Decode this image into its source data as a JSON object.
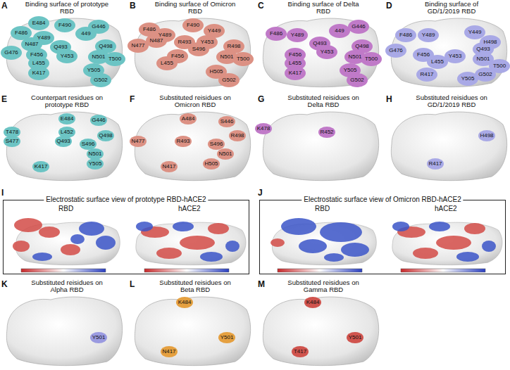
{
  "diagram": {
    "nodes": [
      {
        "text": [
          "Electrostatic surface view of prototype RBD-hACE2",
          "RBD",
          "hACE2"
        ]
      },
      {
        "text": [
          "Electrostatic surface view of Omicron RBD-hACE2",
          "RBD",
          "hACE2"
        ]
      }
    ],
    "labels": [
      "A",
      "Binding surface of prototype RBD",
      "E484",
      "F490",
      "G446",
      "F486",
      "449",
      "Y489",
      "N487",
      "G476",
      "Q493",
      "Q498",
      "F456",
      "Y453",
      "N501",
      "T500",
      "L455",
      "K417",
      "Y505",
      "G502",
      "B",
      "Binding surface of Omicron RBD",
      "F486",
      "F490",
      "Y449",
      "N477",
      "Y489",
      "N487",
      "R493",
      "Y453",
      "S496",
      "R498",
      "F456",
      "L455",
      "N501",
      "T500",
      "H505",
      "G502",
      "C",
      "Binding surface of Delta RBD",
      "F486",
      "Y489",
      "449",
      "G446",
      "Q493",
      "Y453",
      "Q498",
      "F456",
      "L455",
      "N501",
      "T500",
      "K417",
      "Y505",
      "G502",
      "D",
      "Binding surface of GD/1/2019 RBD",
      "F486",
      "Y489",
      "Y449",
      "H498",
      "G476",
      "Q493",
      "F456",
      "L455",
      "Y453",
      "N501",
      "T500",
      "G502",
      "R417",
      "Y505",
      "E",
      "Counterpart residues on prototype RBD",
      "E484",
      "T478",
      "L452",
      "G446",
      "S477",
      "Q493",
      "S496",
      "Q498",
      "K417",
      "N501",
      "Y505",
      "F",
      "Substituted reisidues on Omicron RBD",
      "A484",
      "N477",
      "R493",
      "S446",
      "R498",
      "S496",
      "N501",
      "N417",
      "H505",
      "G",
      "Substituted reisidues on Delta RBD",
      "K478",
      "R452",
      "H",
      "Substituted reisidues on GD/1/2019 RBD",
      "H498",
      "R417",
      "I",
      "J",
      "K",
      "Substituted reisidues on Alpha RBD",
      "Y501",
      "L",
      "Substituted reisidues on Beta RBD",
      "K484",
      "Y501",
      "N417",
      "M",
      "Substituted reisidues on Gamma RBD",
      "K484",
      "Y501",
      "T417"
    ]
  }
}
